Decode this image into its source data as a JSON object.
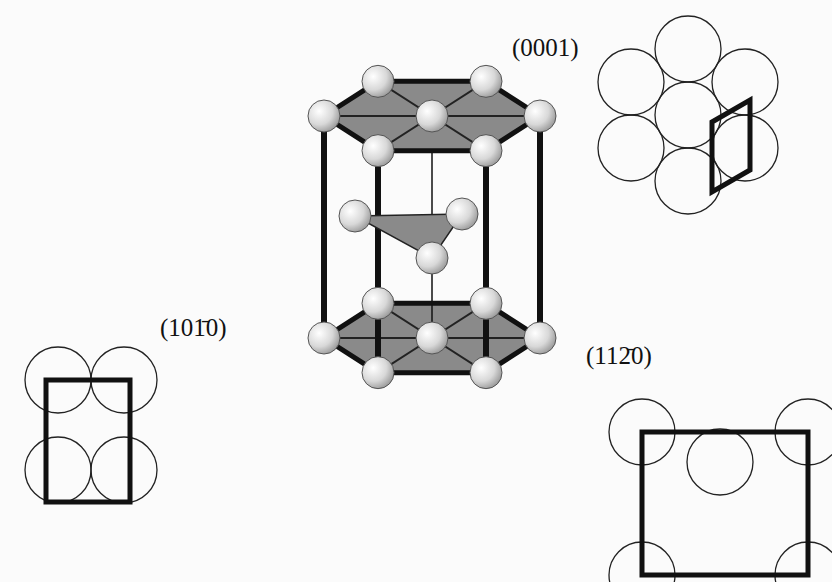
{
  "diagram": {
    "labels": [
      "(0001)",
      "(101̄0)",
      "(112̄0)"
    ]
  }
}
